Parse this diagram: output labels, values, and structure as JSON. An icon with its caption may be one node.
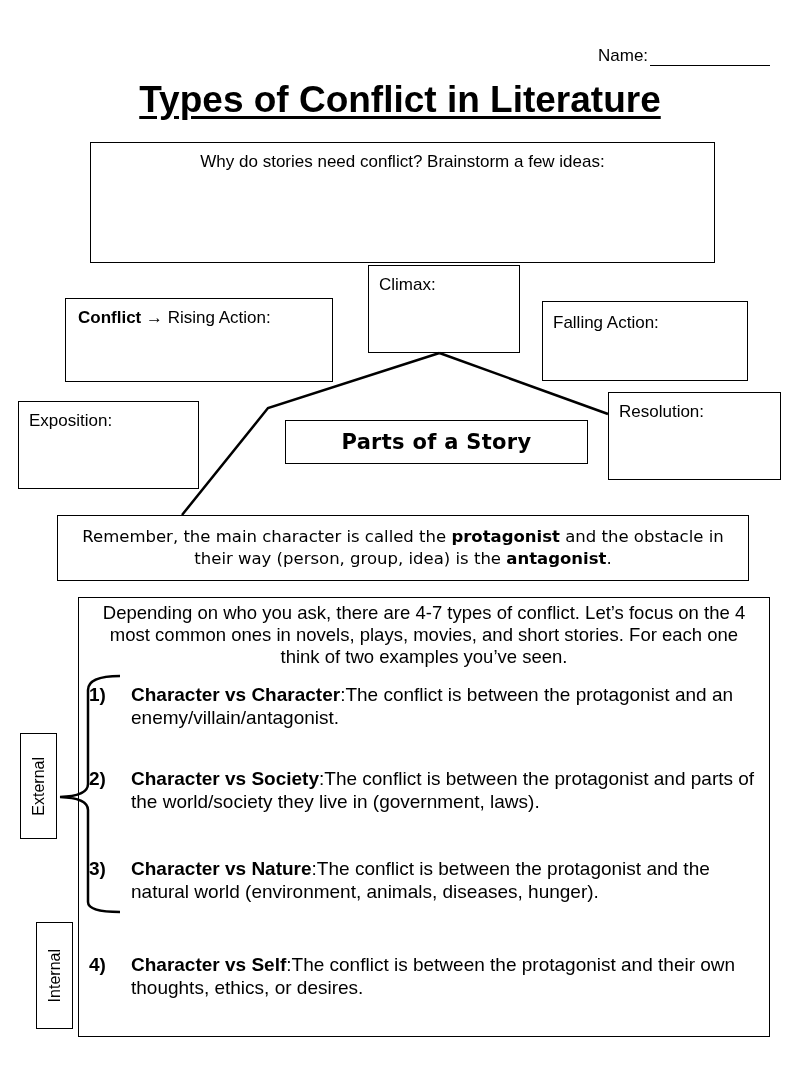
{
  "diagram": {
    "title": "Types of Conflict in Literature",
    "nodes": [
      {
        "text": [
          "Why do stories need conflict? Brainstorm a few ideas:"
        ]
      },
      {
        "text": [
          "Climax:"
        ]
      },
      {
        "text": [
          "**Conflict** → Rising Action:"
        ]
      },
      {
        "text": [
          "Falling Action:"
        ]
      },
      {
        "text": [
          "Exposition:"
        ]
      },
      {
        "text": [
          "Parts of a Story"
        ]
      },
      {
        "text": [
          "Resolution:"
        ]
      },
      {
        "text": [
          "Remember, the main character is called the **protagonist** and the obstacle in their way (person, group, idea) is the **antagonist**."
        ]
      },
      {
        "text": [
          "Depending on who you ask, there are 4-7 types of conflict. Let’s focus on the 4 most common ones in novels, plays, movies, and short stories. For each one think of two examples you’ve seen.",
          "1)",
          "**Character vs Character**:The conflict is between the protagonist and an enemy/villain/antagonist.",
          "2)",
          "**Character vs Society**:The conflict is between the protagonist and parts of the world/society they live in (government, laws).",
          "3)",
          "**Character vs Nature**:The conflict is between the protagonist and the natural world (environment, animals, diseases, hunger).",
          "4)",
          "**Character vs Self**:The conflict is between the protagonist and their own thoughts, ethics, or desires."
        ]
      },
      {
        "text": [
          "External"
        ]
      },
      {
        "text": [
          "Internal"
        ]
      }
    ],
    "edges": [
      {
        "from": 7,
        "to": 1,
        "arrow": "none"
      },
      {
        "from": 1,
        "to": 6,
        "arrow": "none"
      }
    ],
    "labels": [
      "Name:"
    ]
  }
}
